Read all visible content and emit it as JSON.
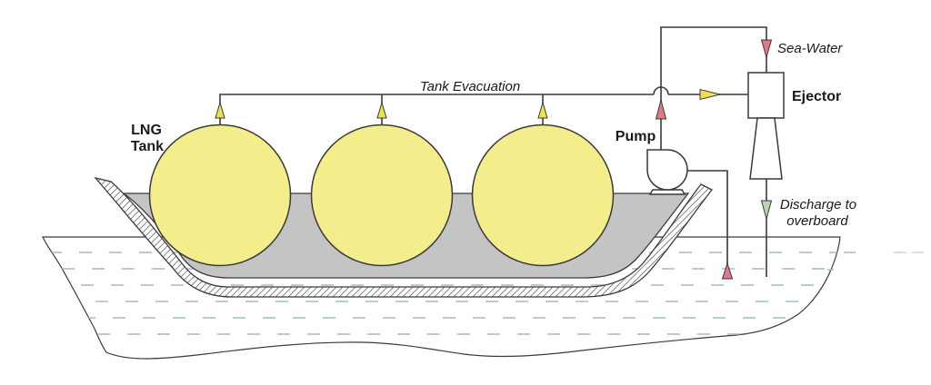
{
  "diagram": {
    "labels": {
      "lng_tank_line1": "LNG",
      "lng_tank_line2": "Tank",
      "tank_evacuation": "Tank Evacuation",
      "pump": "Pump",
      "sea_water": "Sea-Water",
      "ejector": "Ejector",
      "discharge_line1": "Discharge to",
      "discharge_line2": "overboard"
    },
    "colors": {
      "tank_fill": "#F4ED8C",
      "deck_fill": "#C4C4C4",
      "outline": "#3A3A3A",
      "water_dash": "#A4BBC9",
      "water_dash_faint": "#C9D5DB",
      "arrow_yellow": "#ECE14E",
      "arrow_red": "#DF7983",
      "arrow_green": "#B9D4B0"
    }
  }
}
